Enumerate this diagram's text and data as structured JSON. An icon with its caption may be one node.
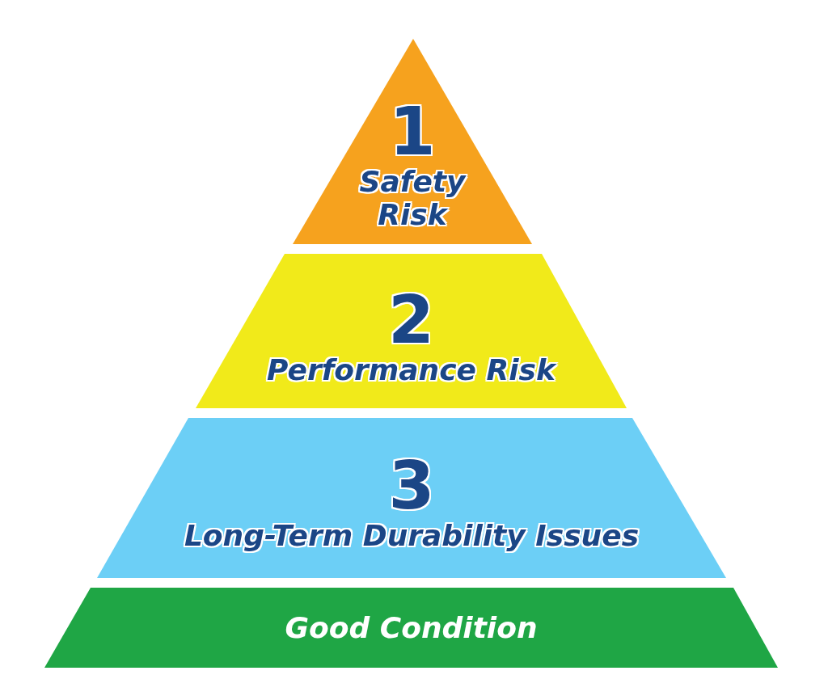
{
  "diagram": {
    "nodes": [
      {
        "text": [
          "1",
          "Safety Risk"
        ]
      },
      {
        "text": [
          "2",
          "Performance Risk"
        ]
      },
      {
        "text": [
          "3",
          "Long-Term Durability Issues"
        ]
      },
      {
        "text": [
          "Good Condition"
        ]
      }
    ]
  }
}
